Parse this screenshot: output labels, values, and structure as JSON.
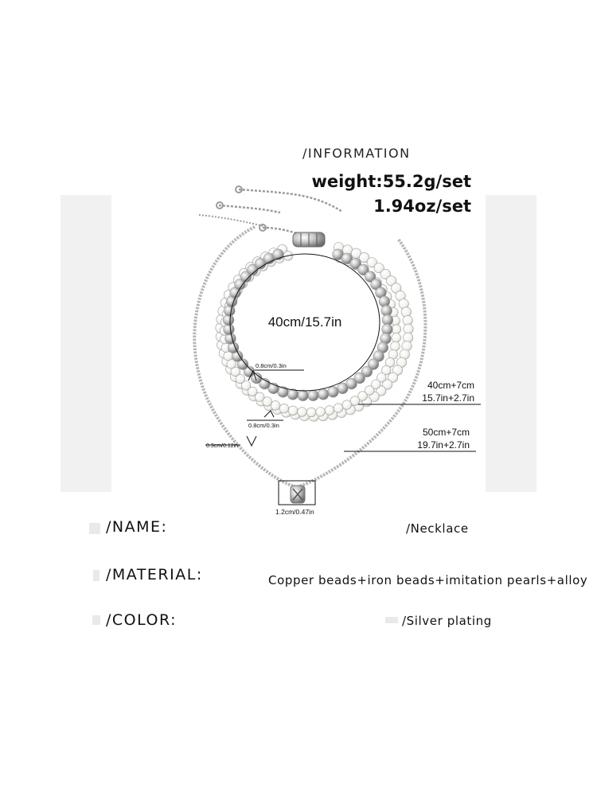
{
  "header": {
    "heading": "/INFORMATION",
    "weight_line_1": "weight:55.2g/set",
    "weight_line_2": "1.94oz/set"
  },
  "dimensions": {
    "inner_circle": "40cm/15.7in",
    "bead_large": "0.8cm/0.3in",
    "bead_pearl": "0.8cm/0.3in",
    "bead_small": "0.3cm/0.12in",
    "pendant": "1.2cm/0.47in",
    "middle_length_cm": "40cm+7cm",
    "middle_length_in": "15.7in+2.7in",
    "outer_length_cm": "50cm+7cm",
    "outer_length_in": "19.7in+2.7in"
  },
  "details": {
    "name_label": "/NAME:",
    "name_value": "/Necklace",
    "material_label": "/MATERIAL:",
    "material_value": "Copper beads+iron beads+imitation pearls+alloy",
    "color_label": "/COLOR:",
    "color_value": "/Silver plating"
  },
  "colors": {
    "panel": "#f1f1f1",
    "silver": "#b8b8b8",
    "pearl": "#f3f3f0",
    "text": "#111111"
  }
}
